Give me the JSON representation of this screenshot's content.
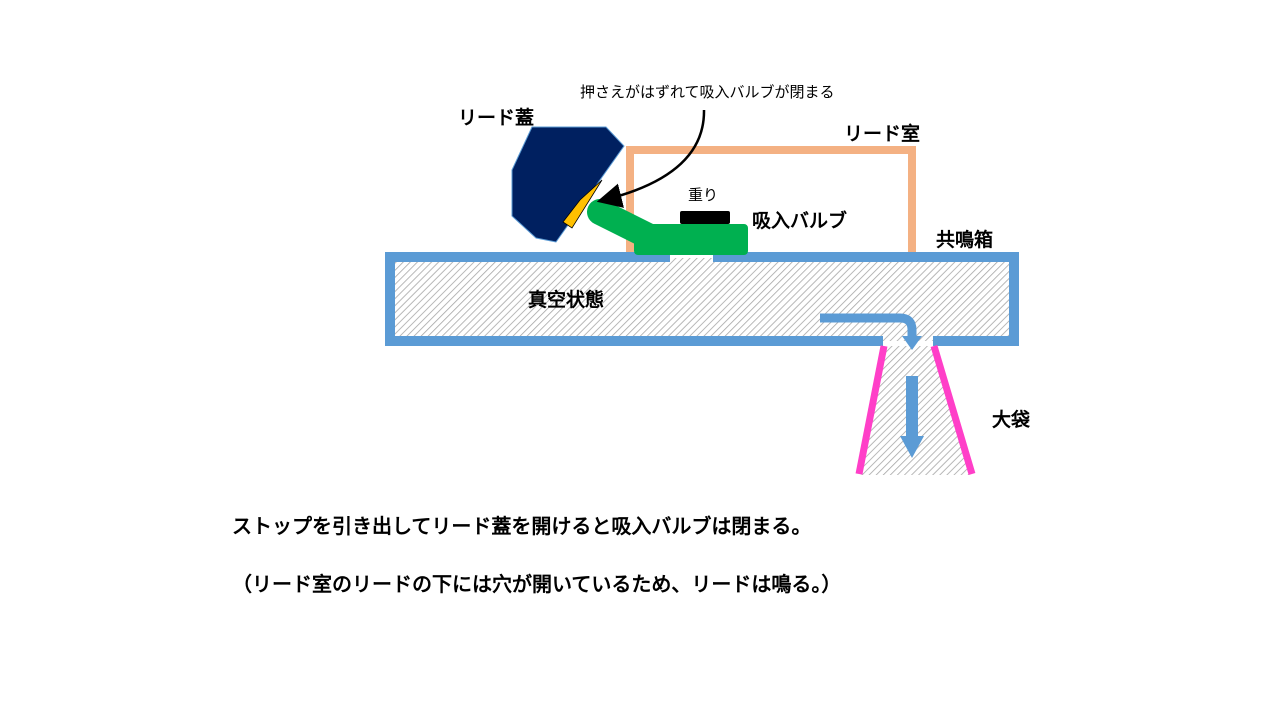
{
  "labels": {
    "reed_cover": "リード蓋",
    "reed_chamber": "リード室",
    "weight": "重り",
    "intake_valve": "吸入バルブ",
    "resonance_box": "共鳴箱",
    "vacuum_state": "真空状態",
    "big_bag": "大袋",
    "annotation": "押さえがはずれて吸入バルブが閉まる"
  },
  "captions": {
    "line1": "ストップを引き出してリード蓋を開けると吸入バルブは閉まる。",
    "line2": "（リード室のリードの下には穴が開いているため、リードは鳴る。）"
  },
  "colors": {
    "box_outline": "#5B9BD5",
    "reed_chamber": "#F4B183",
    "reed_cover": "#002060",
    "reed_tip": "#FFC000",
    "valve": "#00B050",
    "weight": "#000000",
    "bag": "#FF3FC8",
    "hatch": "#A6A6A6"
  }
}
